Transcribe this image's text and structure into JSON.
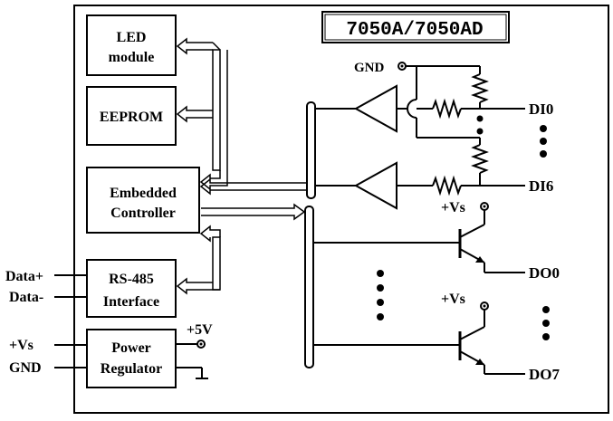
{
  "title": "7050A/7050AD",
  "blocks": {
    "led": [
      "LED",
      "module"
    ],
    "eeprom": "EEPROM",
    "controller": [
      "Embedded",
      "Controller"
    ],
    "rs485": [
      "RS-485",
      "Interface"
    ],
    "power": [
      "Power",
      "Regulator"
    ]
  },
  "labels": {
    "gnd_top": "GND",
    "vs_top": "+Vs",
    "vs_mid": "+Vs",
    "plus5v": "+5V"
  },
  "pins_right": {
    "di0": "DI0",
    "di6": "DI6",
    "do0": "DO0",
    "do7": "DO7"
  },
  "pins_left": {
    "data_plus": "Data+",
    "data_minus": "Data-",
    "vs": "+Vs",
    "gnd": "GND"
  }
}
